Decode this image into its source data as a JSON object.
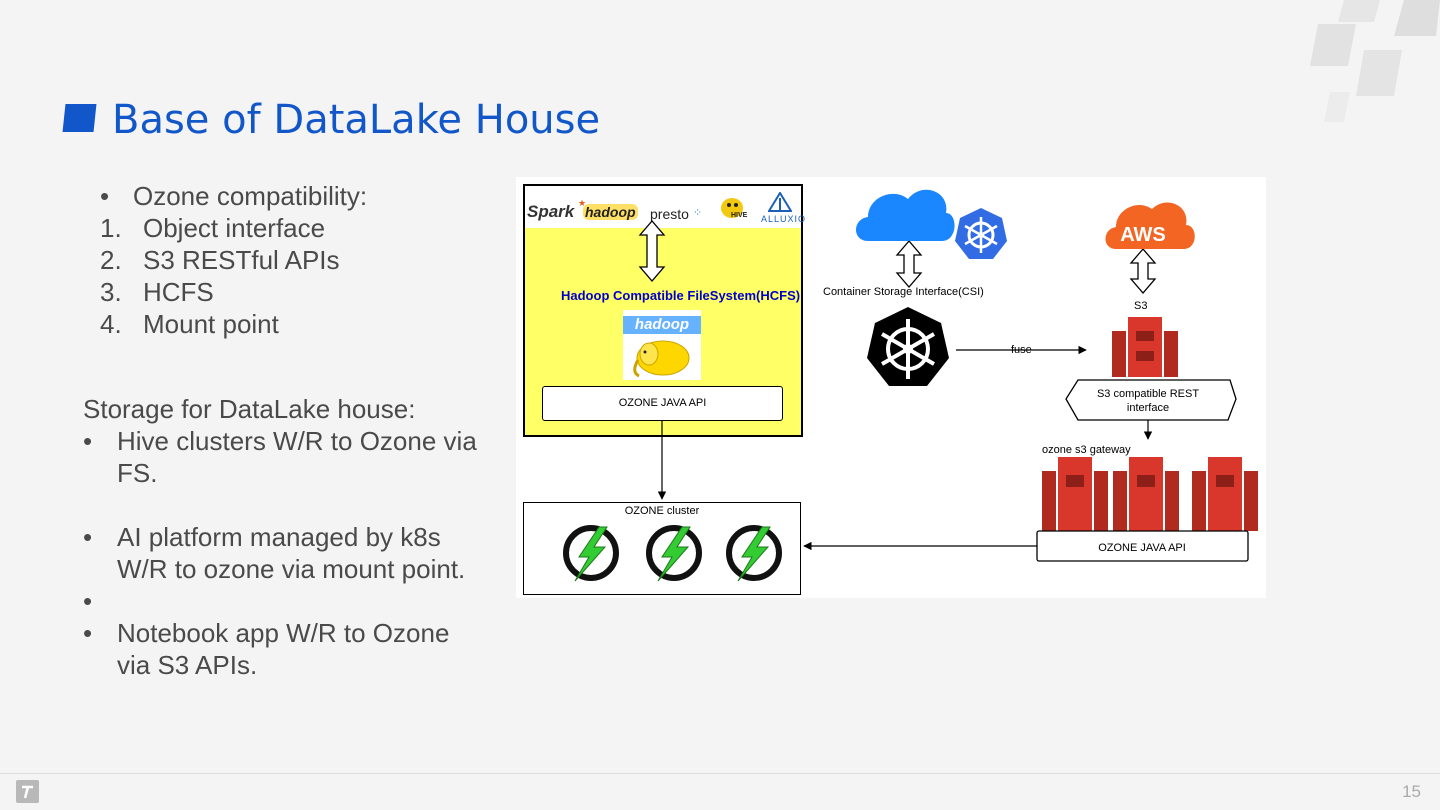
{
  "slide": {
    "title": "Base of DataLake House",
    "page_number": "15",
    "accent_color": "#1257c9"
  },
  "left_text": {
    "compat_heading": "Ozone compatibility:",
    "compat_bullet": "•",
    "compat_items": [
      {
        "num": "1.",
        "text": "Object interface"
      },
      {
        "num": "2.",
        "text": "S3 RESTful APIs"
      },
      {
        "num": "3.",
        "text": "HCFS"
      },
      {
        "num": "4.",
        "text": "Mount point"
      }
    ],
    "storage_heading": "Storage for DataLake house:",
    "storage_bullet": "•",
    "storage_items": [
      {
        "line1": "Hive clusters W/R to Ozone via",
        "line2": "FS."
      },
      {
        "line1": "AI platform managed by k8s",
        "line2": "W/R to ozone via mount point."
      },
      {
        "line1": "",
        "line2": ""
      },
      {
        "line1": "Notebook app W/R to Ozone",
        "line2": "via S3 APIs."
      }
    ]
  },
  "diagram": {
    "logos": {
      "spark": "Spark",
      "hadoop_small": "hadoop",
      "presto": "presto",
      "hive": "HIVE",
      "alluxio": "ALLUXIO"
    },
    "hcfs_label": "Hadoop Compatible FileSystem(HCFS)",
    "hadoop_logo": "hadoop",
    "ozone_java_api_left": "OZONE JAVA API",
    "ozone_cluster_label": "OZONE cluster",
    "csi_label": "Container Storage Interface(CSI)",
    "fuse_label": "fuse",
    "aws_label": "AWS",
    "s3_label": "S3",
    "s3_rest_line1": "S3 compatible REST",
    "s3_rest_line2": "interface",
    "s3_gateway_label": "ozone s3 gateway",
    "ozone_java_api_right": "OZONE JAVA API",
    "colors": {
      "yellow": "#ffff66",
      "k8s_blue": "#326ce5",
      "cloud_blue": "#1a86ff",
      "aws_orange": "#f26522",
      "s3_red": "#d9372b",
      "ozone_green": "#33cc33"
    }
  }
}
